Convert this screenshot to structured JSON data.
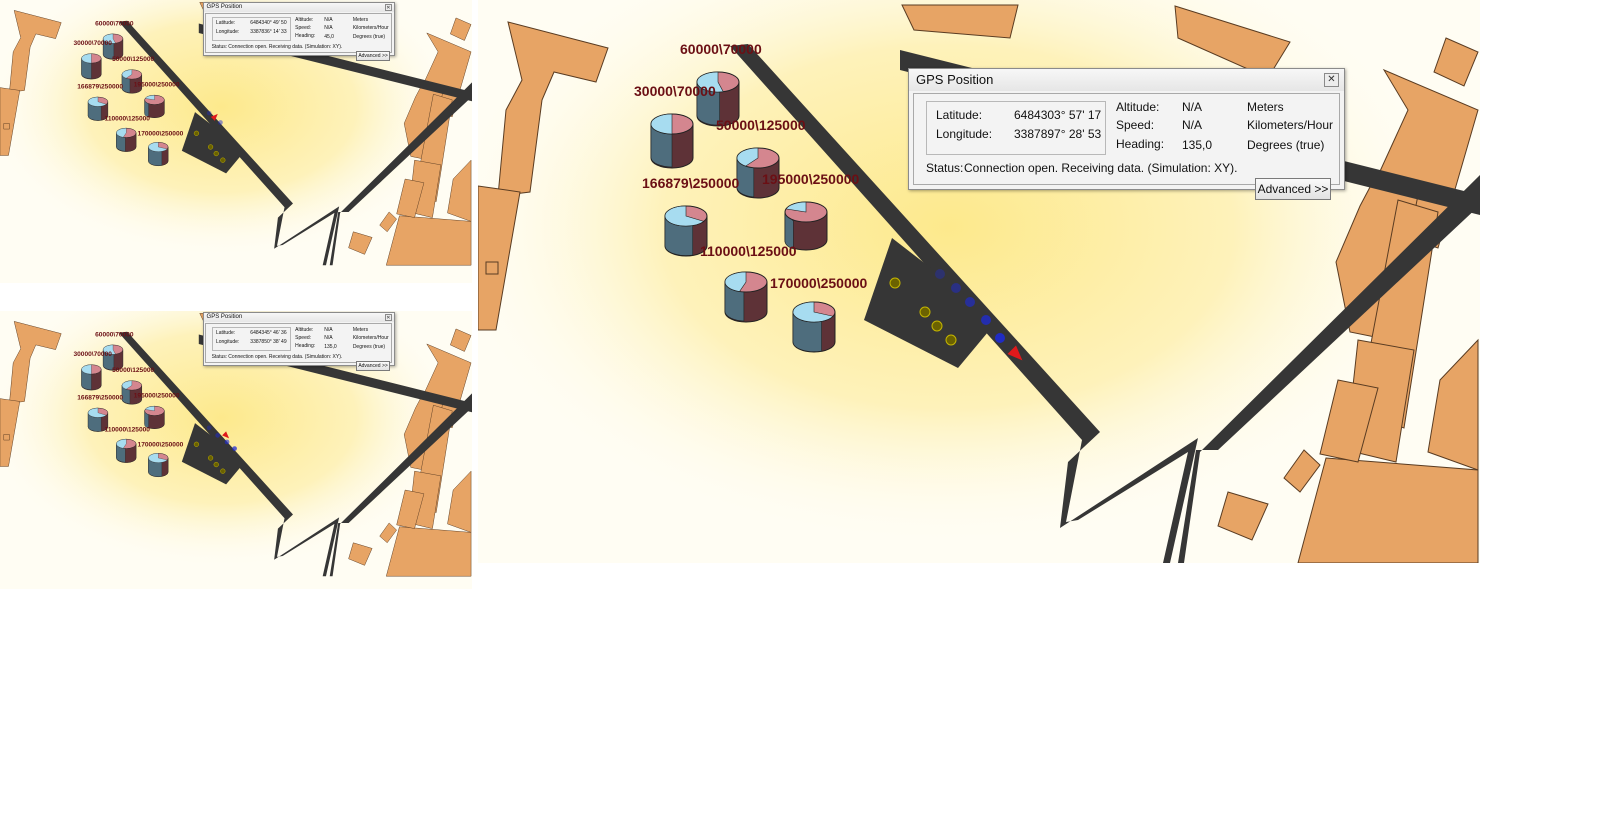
{
  "colors": {
    "building_fill": "#e7a465",
    "road_fill": "#363636",
    "heat_glow": "#fde98c",
    "label_color": "#6b0f14",
    "pie_light_blue": "#a7dcf0",
    "pie_pink": "#d4868f",
    "pie_dark": "#5e3237",
    "marker_red": "#e0191b",
    "dot_olive": "#6b6200",
    "dot_blue": "#1d2ad8"
  },
  "pie_labels": [
    "60000\\70000",
    "30000\\70000",
    "50000\\125000",
    "166879\\250000",
    "195000\\250000",
    "110000\\125000",
    "170000\\250000"
  ],
  "pie_fractions": [
    0.54,
    0.5,
    0.4,
    0.66,
    0.2,
    0.45,
    0.68
  ],
  "gps_field_labels": {
    "title": "GPS Position",
    "latitude": "Latitude:",
    "longitude": "Longitude:",
    "altitude": "Altitude:",
    "speed": "Speed:",
    "heading": "Heading:",
    "status_label": "Status:",
    "status_text": "Connection open. Receiving data. (Simulation: XY).",
    "advanced_button": "Advanced >>",
    "altitude_unit": "Meters",
    "speed_unit": "Kilometers/Hour",
    "heading_unit": "Degrees (true)"
  },
  "views": {
    "top": {
      "gps": {
        "latitude_value": "6484340°  49'  50",
        "longitude_value": "3387836°  14'  33",
        "altitude_value": "N/A",
        "speed_value": "N/A",
        "heading_value": "45,0"
      }
    },
    "bottom": {
      "gps": {
        "latitude_value": "6484345°  46'  36",
        "longitude_value": "3387850°  38'  49",
        "altitude_value": "N/A",
        "speed_value": "N/A",
        "heading_value": "135,0"
      }
    },
    "large": {
      "gps": {
        "latitude_value": "6484303°  57'  17",
        "longitude_value": "3387897°  28'  53",
        "altitude_value": "N/A",
        "speed_value": "N/A",
        "heading_value": "135,0"
      }
    }
  }
}
